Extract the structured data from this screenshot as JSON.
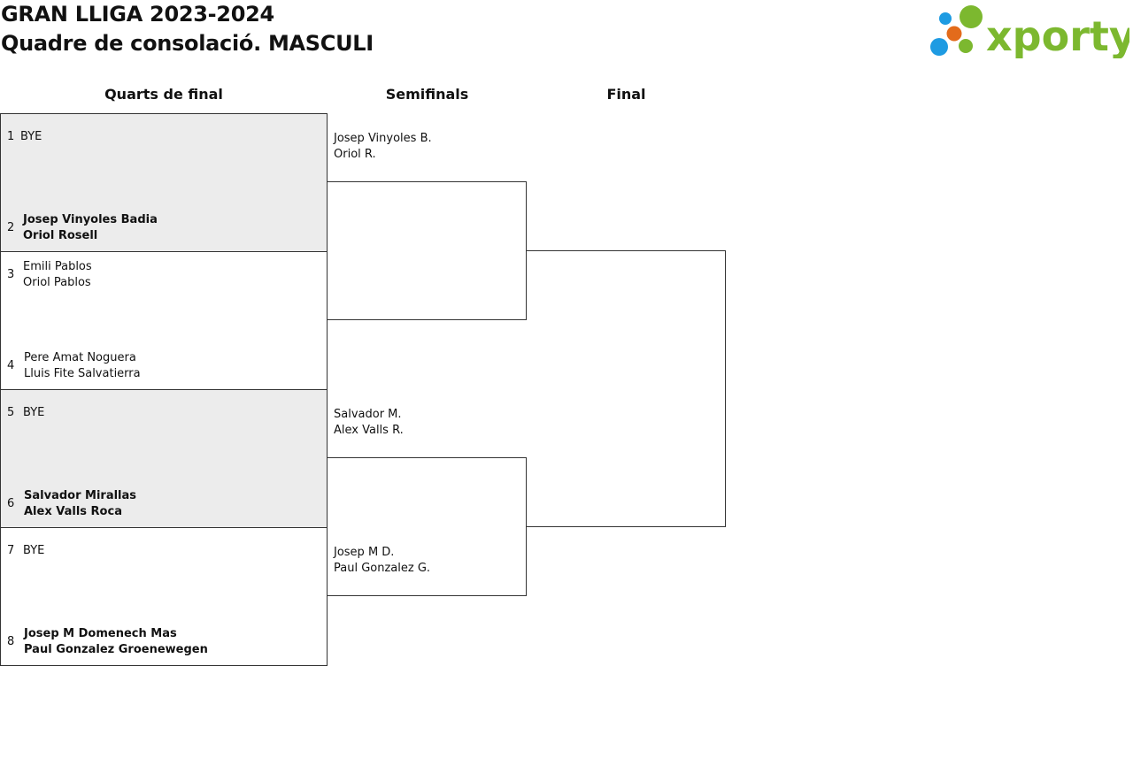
{
  "header": {
    "title_line1": "GRAN LLIGA 2023-2024",
    "title_line2": "Quadre de consolació. MASCULI",
    "logo_text": "xporty",
    "logo_colors": [
      "#1e9be2",
      "#7cb82f",
      "#e36b1b"
    ]
  },
  "rounds": {
    "quarterfinals": "Quarts de final",
    "semifinals": "Semifinals",
    "final": "Final"
  },
  "quarterfinals": [
    {
      "top": {
        "seed": "1",
        "players": [
          "BYE"
        ]
      },
      "bottom": {
        "seed": "2",
        "players": [
          "Josep Vinyoles Badia",
          "Oriol Rosell"
        ],
        "winner": true
      },
      "shaded": true
    },
    {
      "top": {
        "seed": "3",
        "players": [
          "Emili Pablos",
          "Oriol Pablos"
        ]
      },
      "bottom": {
        "seed": "4",
        "players": [
          "Pere Amat Noguera",
          "Lluis Fite Salvatierra"
        ]
      },
      "shaded": false
    },
    {
      "top": {
        "seed": "5",
        "players": [
          "BYE"
        ]
      },
      "bottom": {
        "seed": "6",
        "players": [
          "Salvador Mirallas",
          "Alex Valls Roca"
        ],
        "winner": true
      },
      "shaded": true
    },
    {
      "top": {
        "seed": "7",
        "players": [
          "BYE"
        ]
      },
      "bottom": {
        "seed": "8",
        "players": [
          "Josep M Domenech Mas",
          "Paul Gonzalez Groenewegen"
        ],
        "winner": true
      },
      "shaded": false
    }
  ],
  "semifinals": [
    {
      "players": [
        "Josep Vinyoles B.",
        "Oriol R."
      ]
    },
    {
      "players": [
        "Salvador M.",
        "Alex Valls R."
      ]
    },
    {
      "players": [
        "Josep M D.",
        "Paul Gonzalez G."
      ]
    }
  ]
}
